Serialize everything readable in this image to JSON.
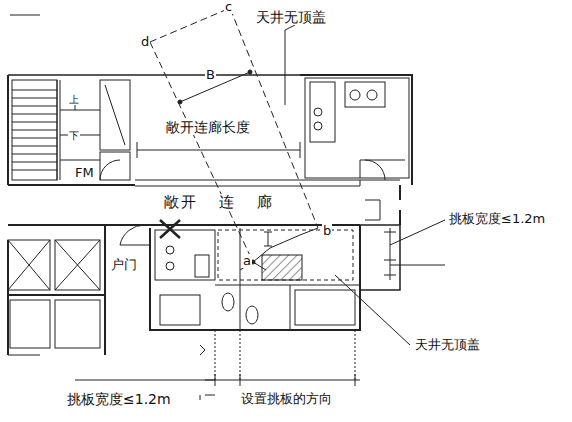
{
  "diagram": {
    "labels": [
      "天井无顶盖",
      "c",
      "d",
      "B",
      "上",
      "下",
      "敞开连廊长度",
      "FM",
      "敞开 连 廊",
      "b",
      "a",
      "户门",
      "挑板宽度≤1.2m",
      "挑板宽度≤1.2m",
      "设置挑板的方向",
      "天井无顶盖"
    ]
  }
}
